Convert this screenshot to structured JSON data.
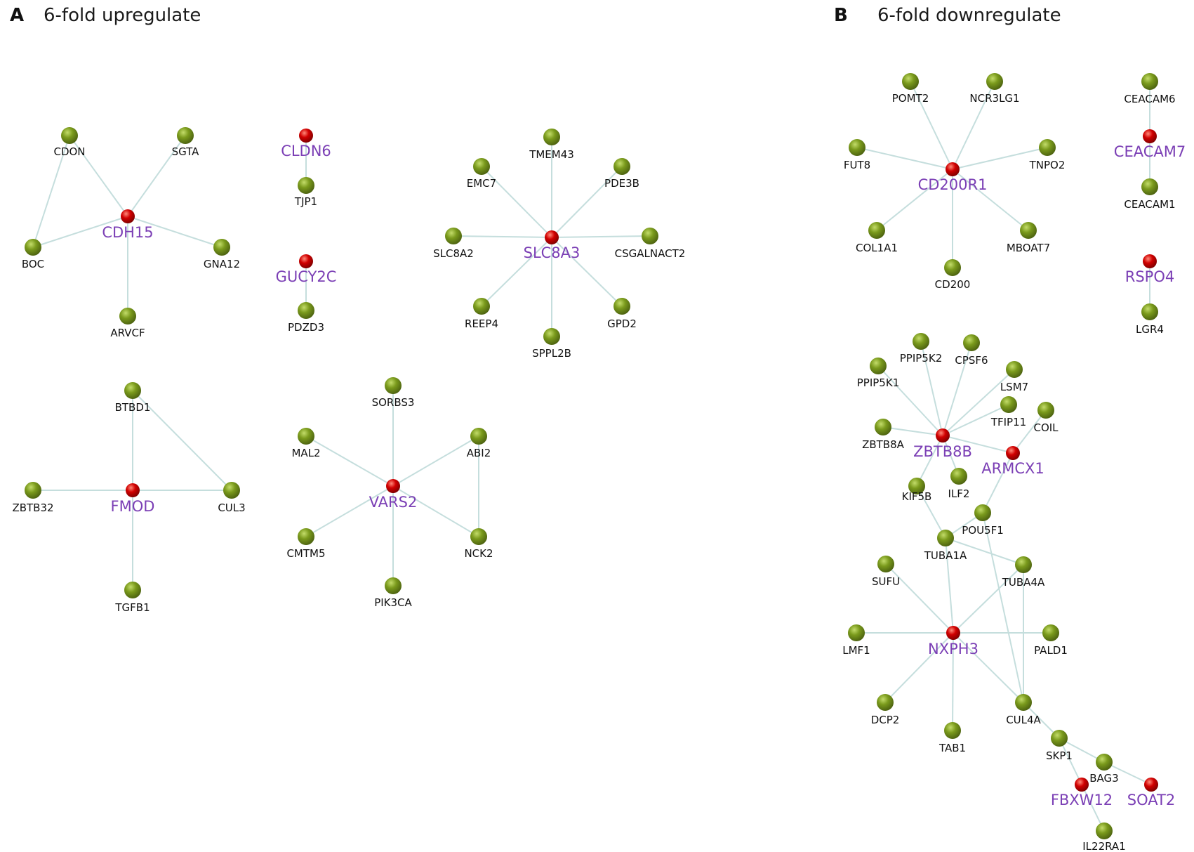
{
  "panels": {
    "a": {
      "letter": "A",
      "title": "6-fold upregulate"
    },
    "b": {
      "letter": "B",
      "title": "6-fold downregulate"
    }
  },
  "colors": {
    "edge": "#c5dedd",
    "node_green": "#7a9a1c",
    "node_red": "#d10000",
    "label_red": "#7b3fb5",
    "label_green": "#111111"
  },
  "nodes": [
    {
      "id": "CDON",
      "type": "green"
    },
    {
      "id": "SGTA",
      "type": "green"
    },
    {
      "id": "CDH15",
      "type": "red"
    },
    {
      "id": "BOC",
      "type": "green"
    },
    {
      "id": "GNA12",
      "type": "green"
    },
    {
      "id": "ARVCF",
      "type": "green"
    },
    {
      "id": "CLDN6",
      "type": "red"
    },
    {
      "id": "TJP1",
      "type": "green"
    },
    {
      "id": "GUCY2C",
      "type": "red"
    },
    {
      "id": "PDZD3",
      "type": "green"
    },
    {
      "id": "TMEM43",
      "type": "green"
    },
    {
      "id": "EMC7",
      "type": "green"
    },
    {
      "id": "PDE3B",
      "type": "green"
    },
    {
      "id": "SLC8A3",
      "type": "red"
    },
    {
      "id": "SLC8A2",
      "type": "green"
    },
    {
      "id": "CSGALNACT2",
      "type": "green"
    },
    {
      "id": "REEP4",
      "type": "green"
    },
    {
      "id": "GPD2",
      "type": "green"
    },
    {
      "id": "SPPL2B",
      "type": "green"
    },
    {
      "id": "BTBD1",
      "type": "green"
    },
    {
      "id": "FMOD",
      "type": "red"
    },
    {
      "id": "ZBTB32",
      "type": "green"
    },
    {
      "id": "CUL3",
      "type": "green"
    },
    {
      "id": "TGFB1",
      "type": "green"
    },
    {
      "id": "SORBS3",
      "type": "green"
    },
    {
      "id": "MAL2",
      "type": "green"
    },
    {
      "id": "ABI2",
      "type": "green"
    },
    {
      "id": "VARS2",
      "type": "red"
    },
    {
      "id": "CMTM5",
      "type": "green"
    },
    {
      "id": "NCK2",
      "type": "green"
    },
    {
      "id": "PIK3CA",
      "type": "green"
    },
    {
      "id": "POMT2",
      "type": "green"
    },
    {
      "id": "NCR3LG1",
      "type": "green"
    },
    {
      "id": "FUT8",
      "type": "green"
    },
    {
      "id": "TNPO2",
      "type": "green"
    },
    {
      "id": "CD200R1",
      "type": "red"
    },
    {
      "id": "COL1A1",
      "type": "green"
    },
    {
      "id": "MBOAT7",
      "type": "green"
    },
    {
      "id": "CD200",
      "type": "green"
    },
    {
      "id": "CEACAM6",
      "type": "green"
    },
    {
      "id": "CEACAM7",
      "type": "red"
    },
    {
      "id": "CEACAM1",
      "type": "green"
    },
    {
      "id": "RSPO4",
      "type": "red"
    },
    {
      "id": "LGR4",
      "type": "green"
    },
    {
      "id": "PPIP5K2",
      "type": "green"
    },
    {
      "id": "CPSF6",
      "type": "green"
    },
    {
      "id": "PPIP5K1",
      "type": "green"
    },
    {
      "id": "LSM7",
      "type": "green"
    },
    {
      "id": "TFIP11",
      "type": "green"
    },
    {
      "id": "COIL",
      "type": "green"
    },
    {
      "id": "ZBTB8A",
      "type": "green"
    },
    {
      "id": "ZBTB8B",
      "type": "red"
    },
    {
      "id": "ARMCX1",
      "type": "red"
    },
    {
      "id": "KIF5B",
      "type": "green"
    },
    {
      "id": "ILF2",
      "type": "green"
    },
    {
      "id": "POU5F1",
      "type": "green"
    },
    {
      "id": "TUBA1A",
      "type": "green"
    },
    {
      "id": "SUFU",
      "type": "green"
    },
    {
      "id": "TUBA4A",
      "type": "green"
    },
    {
      "id": "LMF1",
      "type": "green"
    },
    {
      "id": "NXPH3",
      "type": "red"
    },
    {
      "id": "PALD1",
      "type": "green"
    },
    {
      "id": "DCP2",
      "type": "green"
    },
    {
      "id": "CUL4A",
      "type": "green"
    },
    {
      "id": "TAB1",
      "type": "green"
    },
    {
      "id": "SKP1",
      "type": "green"
    },
    {
      "id": "BAG3",
      "type": "green"
    },
    {
      "id": "FBXW12",
      "type": "red"
    },
    {
      "id": "SOAT2",
      "type": "red"
    },
    {
      "id": "IL22RA1",
      "type": "green"
    }
  ],
  "edges": [
    [
      "CDH15",
      "CDON"
    ],
    [
      "CDH15",
      "SGTA"
    ],
    [
      "CDH15",
      "BOC"
    ],
    [
      "CDH15",
      "GNA12"
    ],
    [
      "CDH15",
      "ARVCF"
    ],
    [
      "CDON",
      "BOC"
    ],
    [
      "CLDN6",
      "TJP1"
    ],
    [
      "GUCY2C",
      "PDZD3"
    ],
    [
      "SLC8A3",
      "TMEM43"
    ],
    [
      "SLC8A3",
      "EMC7"
    ],
    [
      "SLC8A3",
      "PDE3B"
    ],
    [
      "SLC8A3",
      "SLC8A2"
    ],
    [
      "SLC8A3",
      "CSGALNACT2"
    ],
    [
      "SLC8A3",
      "REEP4"
    ],
    [
      "SLC8A3",
      "GPD2"
    ],
    [
      "SLC8A3",
      "SPPL2B"
    ],
    [
      "FMOD",
      "BTBD1"
    ],
    [
      "FMOD",
      "ZBTB32"
    ],
    [
      "FMOD",
      "CUL3"
    ],
    [
      "FMOD",
      "TGFB1"
    ],
    [
      "BTBD1",
      "CUL3"
    ],
    [
      "VARS2",
      "SORBS3"
    ],
    [
      "VARS2",
      "MAL2"
    ],
    [
      "VARS2",
      "ABI2"
    ],
    [
      "VARS2",
      "CMTM5"
    ],
    [
      "VARS2",
      "NCK2"
    ],
    [
      "VARS2",
      "PIK3CA"
    ],
    [
      "ABI2",
      "NCK2"
    ],
    [
      "CD200R1",
      "POMT2"
    ],
    [
      "CD200R1",
      "NCR3LG1"
    ],
    [
      "CD200R1",
      "FUT8"
    ],
    [
      "CD200R1",
      "TNPO2"
    ],
    [
      "CD200R1",
      "COL1A1"
    ],
    [
      "CD200R1",
      "MBOAT7"
    ],
    [
      "CD200R1",
      "CD200"
    ],
    [
      "CEACAM7",
      "CEACAM6"
    ],
    [
      "CEACAM7",
      "CEACAM1"
    ],
    [
      "RSPO4",
      "LGR4"
    ],
    [
      "ZBTB8B",
      "PPIP5K1"
    ],
    [
      "ZBTB8B",
      "PPIP5K2"
    ],
    [
      "ZBTB8B",
      "CPSF6"
    ],
    [
      "ZBTB8B",
      "LSM7"
    ],
    [
      "ZBTB8B",
      "TFIP11"
    ],
    [
      "ZBTB8B",
      "ZBTB8A"
    ],
    [
      "ZBTB8B",
      "KIF5B"
    ],
    [
      "ZBTB8B",
      "ILF2"
    ],
    [
      "ZBTB8B",
      "ARMCX1"
    ],
    [
      "ARMCX1",
      "COIL"
    ],
    [
      "ARMCX1",
      "POU5F1"
    ],
    [
      "KIF5B",
      "TUBA1A"
    ],
    [
      "POU5F1",
      "TUBA1A"
    ],
    [
      "TUBA1A",
      "TUBA4A"
    ],
    [
      "TUBA1A",
      "NXPH3"
    ],
    [
      "POU5F1",
      "CUL4A"
    ],
    [
      "TUBA4A",
      "CUL4A"
    ],
    [
      "NXPH3",
      "SUFU"
    ],
    [
      "NXPH3",
      "TUBA4A"
    ],
    [
      "NXPH3",
      "LMF1"
    ],
    [
      "NXPH3",
      "PALD1"
    ],
    [
      "NXPH3",
      "DCP2"
    ],
    [
      "NXPH3",
      "TAB1"
    ],
    [
      "NXPH3",
      "CUL4A"
    ],
    [
      "CUL4A",
      "SKP1"
    ],
    [
      "SKP1",
      "FBXW12"
    ],
    [
      "SKP1",
      "BAG3"
    ],
    [
      "BAG3",
      "SOAT2"
    ],
    [
      "FBXW12",
      "IL22RA1"
    ]
  ]
}
